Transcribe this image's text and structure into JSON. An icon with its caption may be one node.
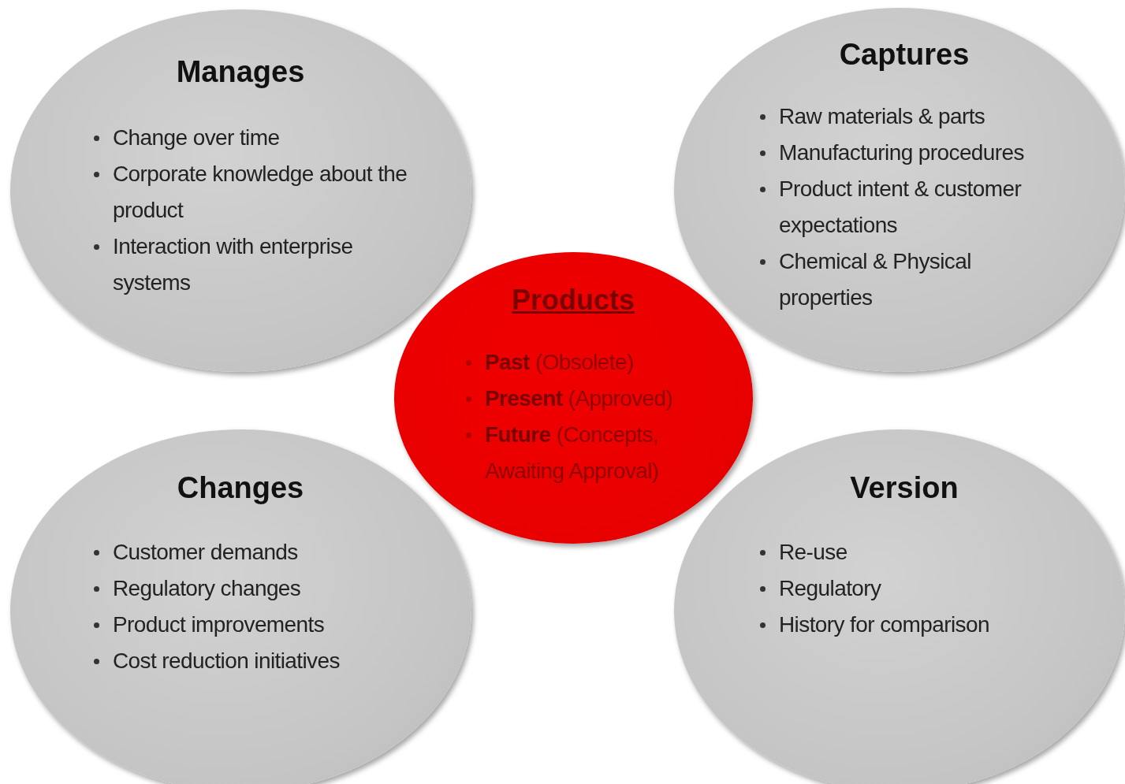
{
  "diagram": {
    "nodes": [
      {
        "text": [
          "Manages",
          "Change over time",
          "Corporate knowledge about the product",
          "Interaction with enterprise systems"
        ]
      },
      {
        "text": [
          "Captures",
          "Raw materials & parts",
          "Manufacturing procedures",
          "Product intent & customer expectations",
          "Chemical & Physical properties"
        ]
      },
      {
        "text": [
          "Products",
          "**Past** (Obsolete)",
          "**Present** (Approved)",
          "**Future** (Concepts, Awaiting Approval)"
        ]
      },
      {
        "text": [
          "Changes",
          "Customer demands",
          "Regulatory changes",
          "Product improvements",
          "Cost reduction initiatives"
        ]
      },
      {
        "text": [
          "Version",
          "Re-use",
          "Regulatory",
          "History for comparison"
        ]
      }
    ],
    "edges": []
  }
}
